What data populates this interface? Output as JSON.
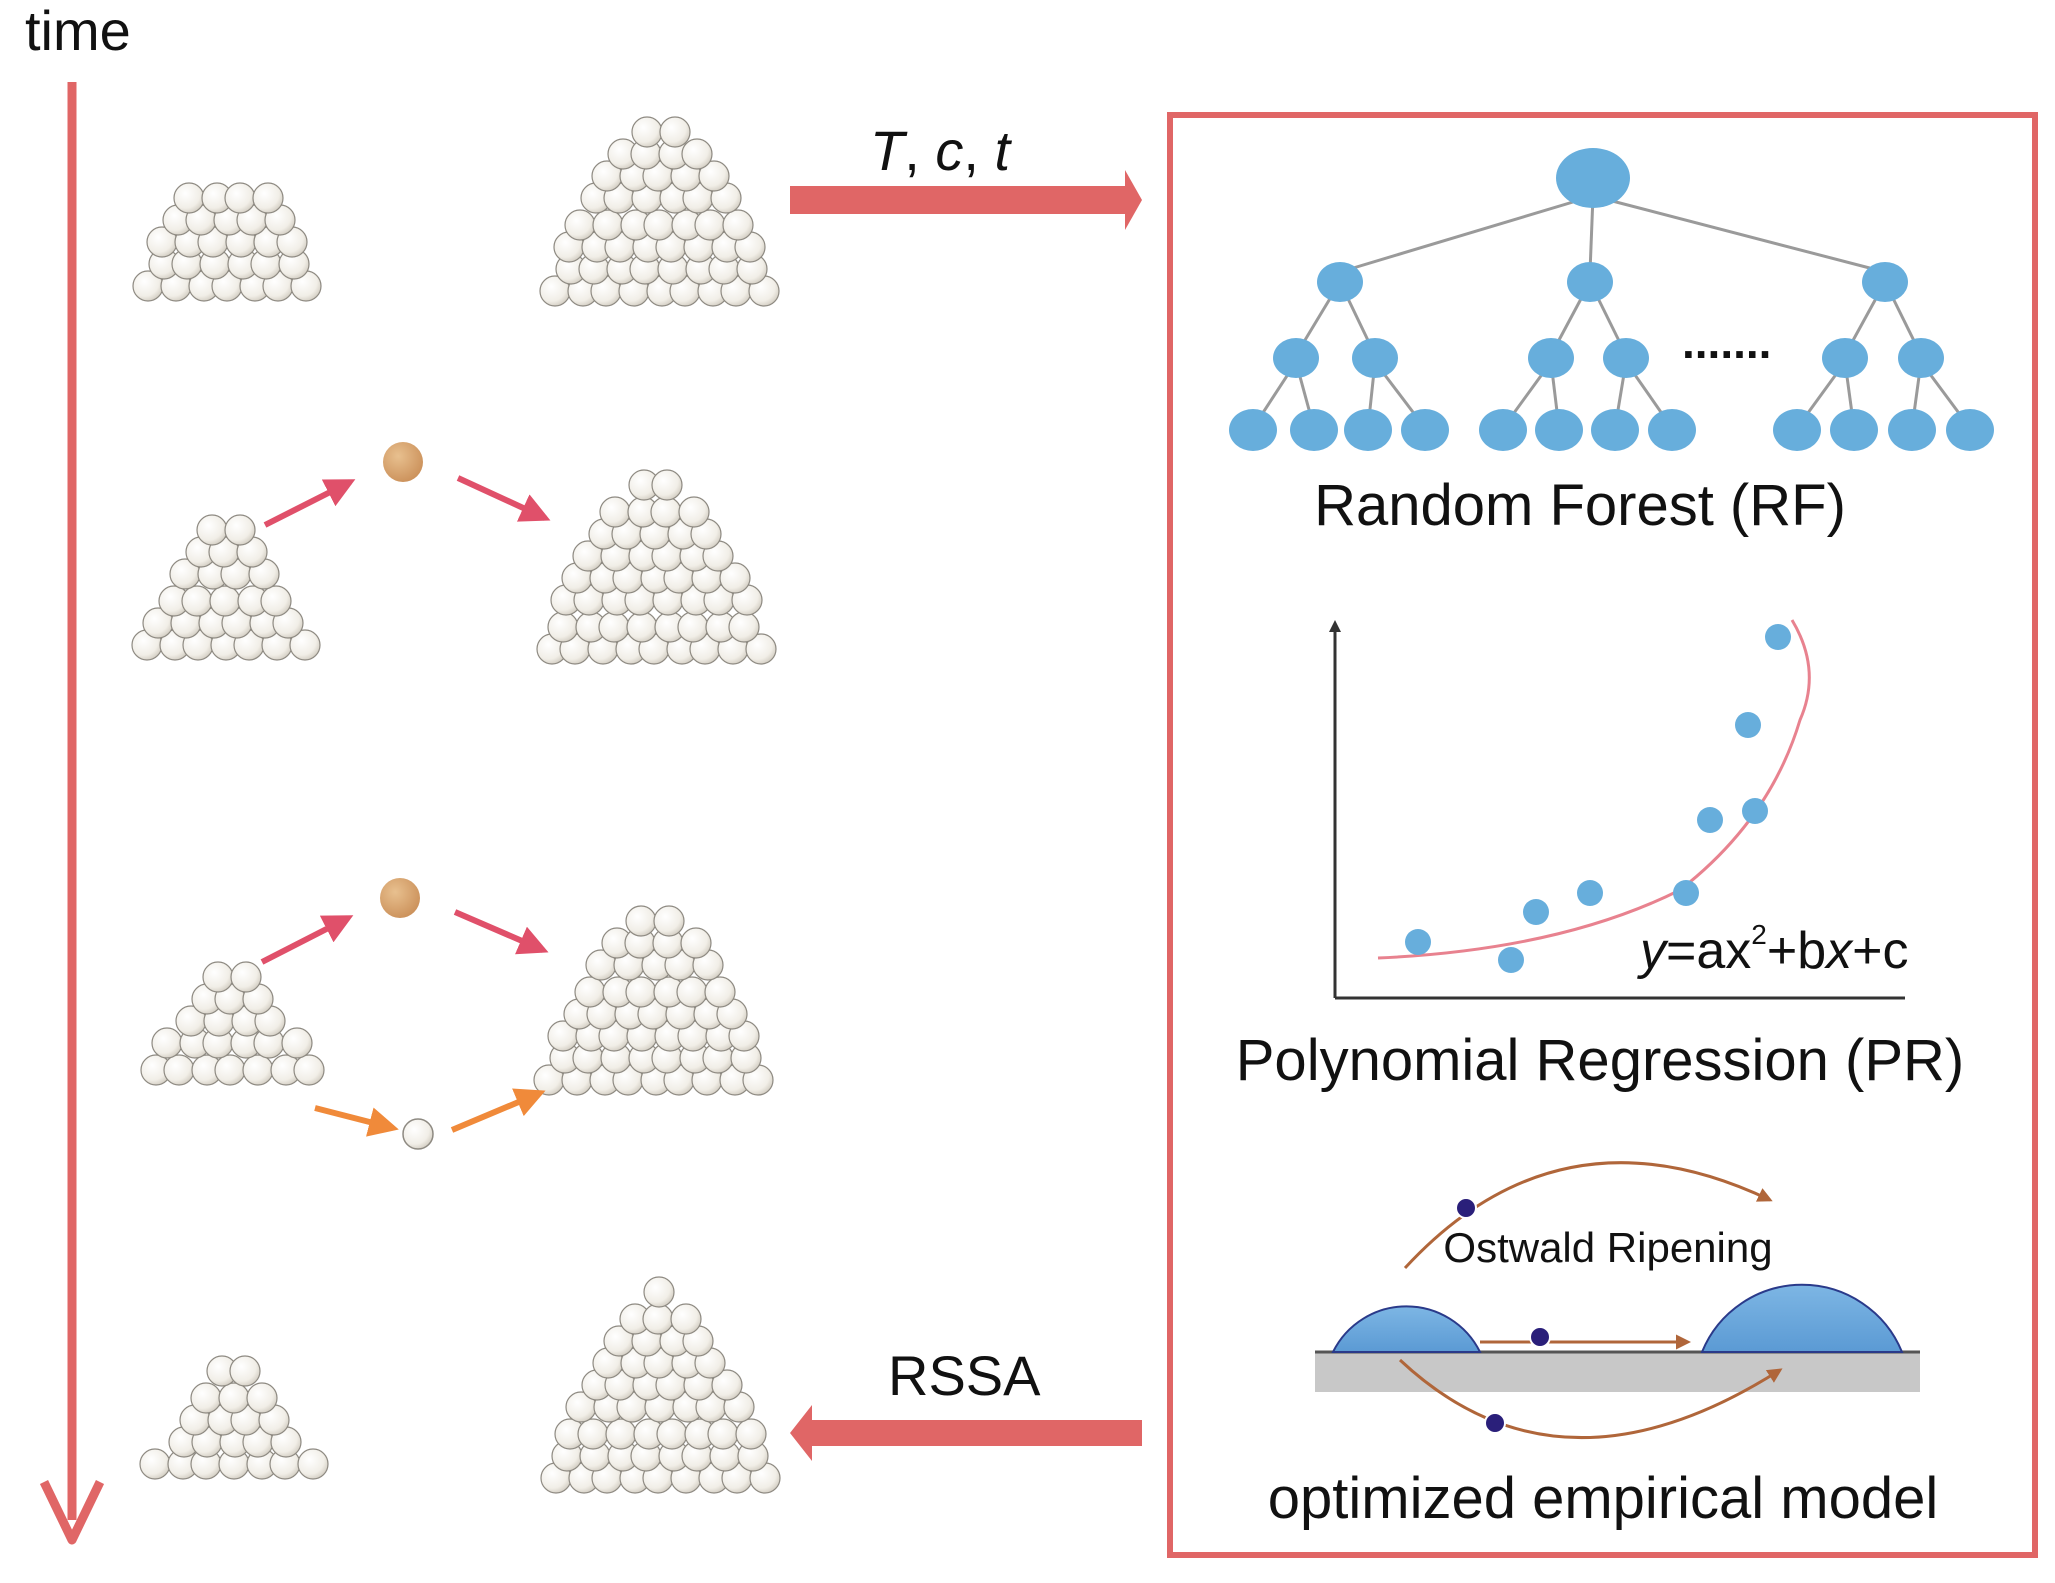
{
  "timeline": {
    "label": "time"
  },
  "top_arrow": {
    "vars": [
      "T",
      "c",
      "t"
    ],
    "sep": ", "
  },
  "bottom_arrow": {
    "label": "RSSA"
  },
  "models": {
    "rf": {
      "title": "Random Forest (RF)",
      "ellipsis": "......."
    },
    "pr": {
      "title": "Polynomial Regression (PR)",
      "equation": {
        "y": "y",
        "eq_a": "=ax",
        "exp": "2",
        "plus_b": "+b",
        "x": "x",
        "plus_c": "+c"
      }
    },
    "oem": {
      "title": "optimized empirical model",
      "inner_label": "Ostwald Ripening"
    }
  },
  "colors": {
    "accent_red": "#e06666",
    "node_blue": "#67aedc",
    "edge_gray": "#9a9a9a",
    "atom_fill": "#f1eee7",
    "atom_stroke": "#8e8a82",
    "monomer_brown": "#d5a36e",
    "arrow_pink": "#e0506a",
    "arrow_orange": "#f08a3a",
    "curve_pink": "#e8828f",
    "axis_dark": "#333333",
    "substrate_gray": "#c8c8c8",
    "droplet_blue": "#6aa8dc",
    "dot_navy": "#2a1f7a",
    "path_brown": "#b0663a"
  }
}
